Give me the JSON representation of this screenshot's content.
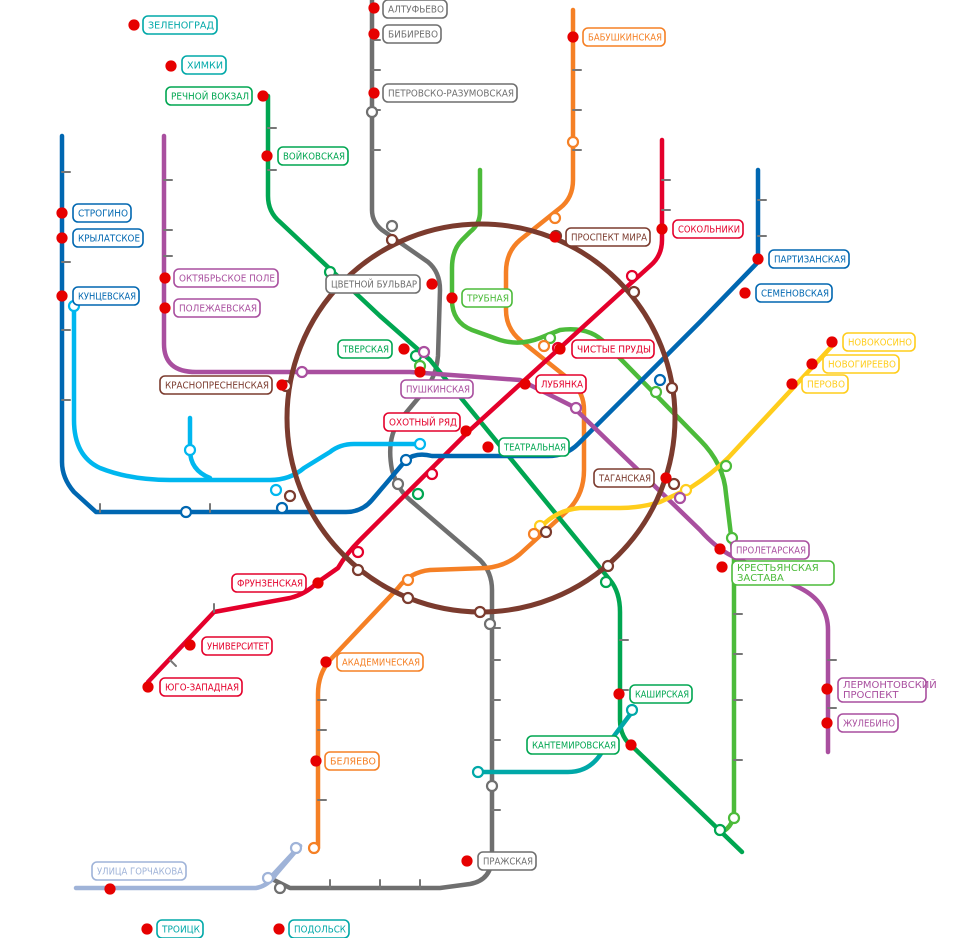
{
  "colors": {
    "ring": "#7b3b2e",
    "red": "#e4002b",
    "green": "#00a651",
    "blue": "#0067b1",
    "lightblue": "#00b7ef",
    "brown": "#7b3b2e",
    "orange": "#f58025",
    "violet": "#a94f9f",
    "yellow": "#ffcd1c",
    "grey": "#6f6f6f",
    "lime": "#4cbb3a",
    "teal": "#00a8a8",
    "lilac": "#9fb3d8",
    "marker": "#e60000"
  },
  "stations": [
    {
      "id": "zelenograd",
      "label": "ЗЕЛЕНОГРАД",
      "color": "teal"
    },
    {
      "id": "khimki",
      "label": "ХИМКИ",
      "color": "teal"
    },
    {
      "id": "rechnoy",
      "label": "РЕЧНОЙ ВОКЗАЛ",
      "color": "green"
    },
    {
      "id": "voykovskaya",
      "label": "ВОЙКОВСКАЯ",
      "color": "green"
    },
    {
      "id": "altufyevo",
      "label": "АЛТУФЬЕВО",
      "color": "grey"
    },
    {
      "id": "bibirevo",
      "label": "БИБИРЕВО",
      "color": "grey"
    },
    {
      "id": "petrovsko",
      "label": "ПЕТРОВСКО-РАЗУМОВСКАЯ",
      "color": "grey"
    },
    {
      "id": "babushkinskaya",
      "label": "БАБУШКИНСКАЯ",
      "color": "orange"
    },
    {
      "id": "strogino",
      "label": "СТРОГИНО",
      "color": "blue"
    },
    {
      "id": "krylatskoe",
      "label": "КРЫЛАТСКОЕ",
      "color": "blue"
    },
    {
      "id": "kuntsevskaya",
      "label": "КУНЦЕВСКАЯ",
      "color": "blue"
    },
    {
      "id": "oktyabrskoe",
      "label": "ОКТЯБРЬСКОЕ ПОЛЕ",
      "color": "violet"
    },
    {
      "id": "polezhaevskaya",
      "label": "ПОЛЕЖАЕВСКАЯ",
      "color": "violet"
    },
    {
      "id": "tsvetnoy",
      "label": "ЦВЕТНОЙ БУЛЬВАР",
      "color": "grey"
    },
    {
      "id": "trubnaya",
      "label": "ТРУБНАЯ",
      "color": "lime"
    },
    {
      "id": "prospekt_mira",
      "label": "ПРОСПЕКТ МИРА",
      "color": "brown"
    },
    {
      "id": "sokolniki",
      "label": "СОКОЛЬНИКИ",
      "color": "red"
    },
    {
      "id": "partizanskaya",
      "label": "ПАРТИЗАНСКАЯ",
      "color": "blue"
    },
    {
      "id": "semenovskaya",
      "label": "СЕМЕНОВСКАЯ",
      "color": "blue"
    },
    {
      "id": "tverskaya",
      "label": "ТВЕРСКАЯ",
      "color": "green"
    },
    {
      "id": "pushkinskaya",
      "label": "ПУШКИНСКАЯ",
      "color": "violet"
    },
    {
      "id": "chistye_prudy",
      "label": "ЧИСТЫЕ ПРУДЫ",
      "color": "red"
    },
    {
      "id": "lubyanka",
      "label": "ЛУБЯНКА",
      "color": "red"
    },
    {
      "id": "krasnopresnenskaya",
      "label": "КРАСНОПРЕСНЕНСКАЯ",
      "color": "brown"
    },
    {
      "id": "novokosino",
      "label": "НОВОКОСИНО",
      "color": "yellow"
    },
    {
      "id": "novogireevo",
      "label": "НОВОГИРЕЕВО",
      "color": "yellow"
    },
    {
      "id": "perovo",
      "label": "ПЕРОВО",
      "color": "yellow"
    },
    {
      "id": "okhotny",
      "label": "ОХОТНЫЙ РЯД",
      "color": "red"
    },
    {
      "id": "teatralnaya",
      "label": "ТЕАТРАЛЬНАЯ",
      "color": "green"
    },
    {
      "id": "taganskaya",
      "label": "ТАГАНСКАЯ",
      "color": "brown"
    },
    {
      "id": "proletarskaya",
      "label": "ПРОЛЕТАРСКАЯ",
      "color": "violet"
    },
    {
      "id": "krestyanskaya",
      "label": "КРЕСТЬЯНСКАЯ ЗАСТАВА",
      "color": "lime"
    },
    {
      "id": "frunzenskaya",
      "label": "ФРУНЗЕНСКАЯ",
      "color": "red"
    },
    {
      "id": "universitet",
      "label": "УНИВЕРСИТЕТ",
      "color": "red"
    },
    {
      "id": "yugo_zapadnaya",
      "label": "ЮГО-ЗАПАДНАЯ",
      "color": "red"
    },
    {
      "id": "akademicheskaya",
      "label": "АКАДЕМИЧЕСКАЯ",
      "color": "orange"
    },
    {
      "id": "kashirskaya",
      "label": "КАШИРСКАЯ",
      "color": "green"
    },
    {
      "id": "kantemirovskaya",
      "label": "КАНТЕМИРОВСКАЯ",
      "color": "green"
    },
    {
      "id": "lermontovsky",
      "label": "ЛЕРМОНТОВСКИЙ ПРОСПЕКТ",
      "color": "violet"
    },
    {
      "id": "zhulebino",
      "label": "ЖУЛЕБИНО",
      "color": "violet"
    },
    {
      "id": "belyaevo",
      "label": "БЕЛЯЕВО",
      "color": "orange"
    },
    {
      "id": "prazhskaya",
      "label": "ПРАЖСКАЯ",
      "color": "grey"
    },
    {
      "id": "gorchakova",
      "label": "УЛИЦА ГОРЧАКОВА",
      "color": "lilac"
    },
    {
      "id": "troitsk",
      "label": "ТРОИЦК",
      "color": "teal"
    },
    {
      "id": "podolsk",
      "label": "ПОДОЛЬСК",
      "color": "teal"
    }
  ]
}
